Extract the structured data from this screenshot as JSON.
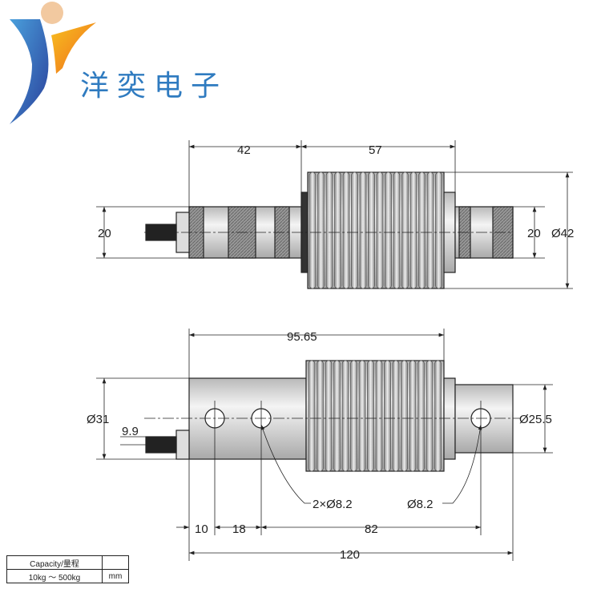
{
  "logo": {
    "text": "洋奕电子"
  },
  "top_view": {
    "dims": {
      "len_a": "42",
      "len_b": "57",
      "height_left": "20",
      "height_right": "20",
      "diameter": "Ø42"
    }
  },
  "front_view": {
    "dims": {
      "overall_body": "95.65",
      "diameter_left": "Ø31",
      "offset": "9.9",
      "diameter_right": "Ø25.5",
      "holes_left": "2×Ø8.2",
      "hole_right": "Ø8.2",
      "d1": "10",
      "d2": "18",
      "d3": "82",
      "overall": "120"
    }
  },
  "spec_table": {
    "header": "Capacity/量程",
    "value": "10kg ～ 500kg",
    "unit": "mm"
  }
}
